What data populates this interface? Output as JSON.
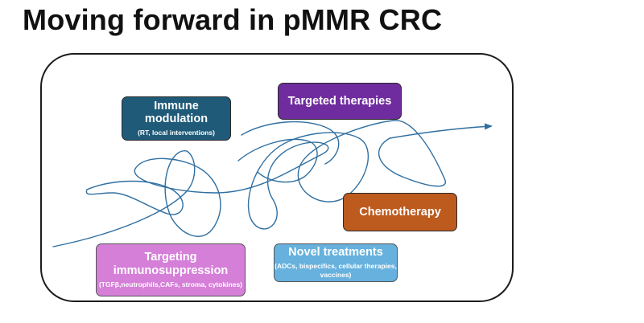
{
  "title": "Moving forward in pMMR CRC",
  "boxes": {
    "immune": {
      "title": "Immune modulation",
      "subtitle": "(RT, local interventions)",
      "color": "#1f5a78"
    },
    "targeted": {
      "title": "Targeted therapies",
      "color": "#6f2c9e"
    },
    "chemo": {
      "title": "Chemotherapy",
      "color": "#bd5a1e"
    },
    "immuno": {
      "title": "Targeting immunosuppression",
      "subtitle": "(TGFβ,neutrophils,CAFs, stroma, cytokines)",
      "color": "#d57fd8"
    },
    "novel": {
      "title": "Novel treatments",
      "subtitle": "(ADCs, bispecifics, cellular therapies, vaccines)",
      "color": "#66b1dd"
    }
  },
  "squiggle_color": "#2f6fa1"
}
